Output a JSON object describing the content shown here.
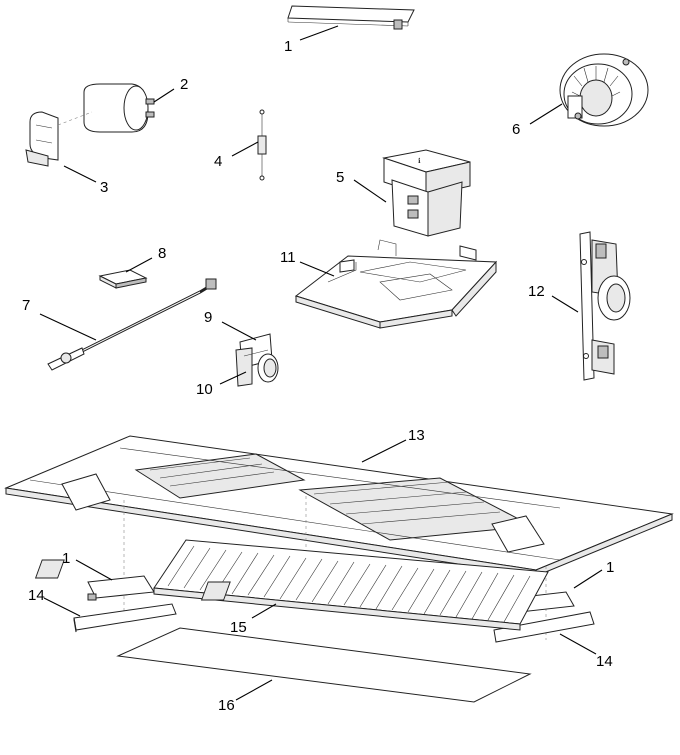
{
  "callouts": [
    {
      "id": "c1a",
      "text": "1"
    },
    {
      "id": "c2",
      "text": "2"
    },
    {
      "id": "c3",
      "text": "3"
    },
    {
      "id": "c4",
      "text": "4"
    },
    {
      "id": "c5",
      "text": "5"
    },
    {
      "id": "c6",
      "text": "6"
    },
    {
      "id": "c7",
      "text": "7"
    },
    {
      "id": "c8",
      "text": "8"
    },
    {
      "id": "c9",
      "text": "9"
    },
    {
      "id": "c10",
      "text": "10"
    },
    {
      "id": "c11",
      "text": "11"
    },
    {
      "id": "c12",
      "text": "12"
    },
    {
      "id": "c13",
      "text": "13"
    },
    {
      "id": "c1b",
      "text": "1"
    },
    {
      "id": "c14a",
      "text": "14"
    },
    {
      "id": "c15",
      "text": "15"
    },
    {
      "id": "c1c",
      "text": "1"
    },
    {
      "id": "c14b",
      "text": "14"
    },
    {
      "id": "c16",
      "text": "16"
    }
  ],
  "parts": [
    "bracket",
    "capacitor",
    "capacitor-clamp",
    "diode",
    "transformer",
    "fan-motor",
    "power-cord",
    "thermal-cutout",
    "latch-switch",
    "damper",
    "base-plate",
    "door-interlock-switches",
    "bottom-plate",
    "vent-grille",
    "filter-pad",
    "grease-filter"
  ]
}
